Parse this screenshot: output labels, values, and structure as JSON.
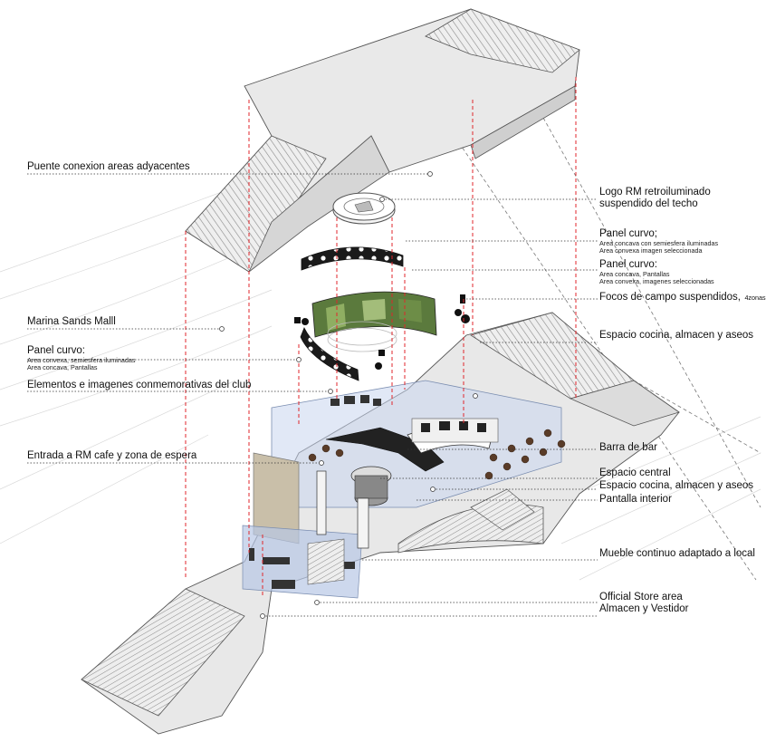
{
  "labels_left": {
    "puente": "Puente conexion areas adyacentes",
    "marina": "Marina Sands Malll",
    "panel_curvo_left": "Panel curvo:",
    "panel_curvo_left_sub1": "Area convexa, semiesfera iluminadas",
    "panel_curvo_left_sub2": "Area concava, Pantallas",
    "elementos": "Elementos e imagenes conmemorativas del club",
    "entrada": "Entrada a RM cafe y zona de espera"
  },
  "labels_right": {
    "logo_line1": "Logo RM  retroiluminado",
    "logo_line2": "suspendido del techo",
    "panel_curvo_1": "Panel curvo;",
    "panel_curvo_1_sub1": "Area concava con semiesfera iluminadas",
    "panel_curvo_1_sub2": "Area convexa imagen seleccionada",
    "panel_curvo_2": "Panel curvo:",
    "panel_curvo_2_sub1": "Area concava, Pantallas",
    "panel_curvo_2_sub2": "Area convexa, imagenes seleccionadas",
    "focos": "Focos de campo suspendidos,",
    "focos_sub": "4zonas",
    "cocina_1": "Espacio cocina, almacen y aseos",
    "barra": "Barra de bar",
    "espacio_central": "Espacio central",
    "cocina_2": "Espacio cocina, almacen y aseos",
    "pantalla": "Pantalla interior",
    "mueble": "Mueble continuo adaptado a local",
    "official": "Official Store area",
    "almacen": "Almacen y Vestidor"
  },
  "colors": {
    "guide_red": "#e0262b",
    "leader": "#333333",
    "roof": "#e6e6e6",
    "roof_dark": "#c9c9c9",
    "glass": "#c9d6ee",
    "panel_black": "#1b1b1b"
  }
}
